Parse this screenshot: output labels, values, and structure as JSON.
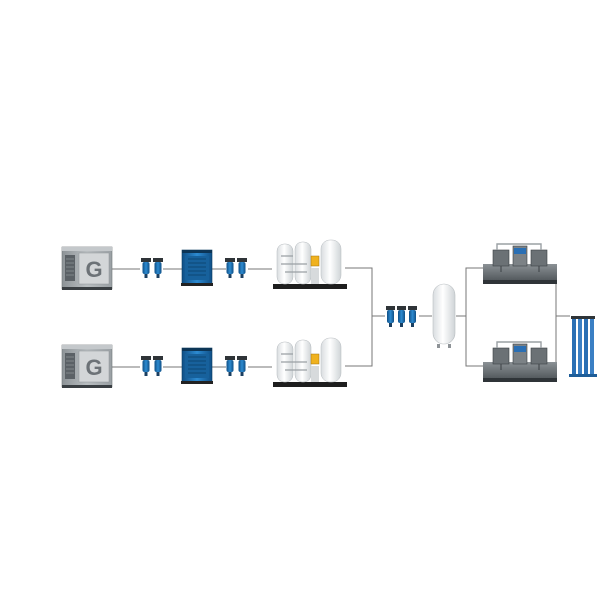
{
  "diagram": {
    "title": "",
    "compressor_logo": "G",
    "colors": {
      "background": "#ffffff",
      "pipe": "#777777",
      "compressor_body": "#a7acb0",
      "compressor_dark": "#4b5156",
      "filter_blue": "#1f78b8",
      "filter_dark": "#0d3f66",
      "dryer_blue": "#1d6fae",
      "dryer_dark": "#0f3c64",
      "generator_white": "#f2f4f5",
      "generator_frame": "#1e1e1e",
      "panel_yellow": "#f0b21f",
      "receiver": "#eef1f3",
      "booster_gray": "#5e6468",
      "rack_blue": "#2a6fb4"
    },
    "equipment": [
      {
        "id": "air-compressor-1",
        "icon": "screw-compressor-icon"
      },
      {
        "id": "line-filters-1a",
        "icon": "filter-pair-icon"
      },
      {
        "id": "refrigerated-dryer-1",
        "icon": "dryer-icon"
      },
      {
        "id": "line-filters-1b",
        "icon": "filter-pair-icon"
      },
      {
        "id": "nitrogen-generator-1",
        "icon": "psa-generator-icon"
      },
      {
        "id": "air-compressor-2",
        "icon": "screw-compressor-icon"
      },
      {
        "id": "line-filters-2a",
        "icon": "filter-pair-icon"
      },
      {
        "id": "refrigerated-dryer-2",
        "icon": "dryer-icon"
      },
      {
        "id": "line-filters-2b",
        "icon": "filter-pair-icon"
      },
      {
        "id": "nitrogen-generator-2",
        "icon": "psa-generator-icon"
      },
      {
        "id": "filter-bank",
        "icon": "filter-triple-icon"
      },
      {
        "id": "buffer-tank",
        "icon": "vertical-tank-icon"
      },
      {
        "id": "booster-compressor-1",
        "icon": "booster-compressor-icon"
      },
      {
        "id": "booster-compressor-2",
        "icon": "booster-compressor-icon"
      },
      {
        "id": "cylinder-rack",
        "icon": "cylinder-rack-icon"
      }
    ]
  }
}
